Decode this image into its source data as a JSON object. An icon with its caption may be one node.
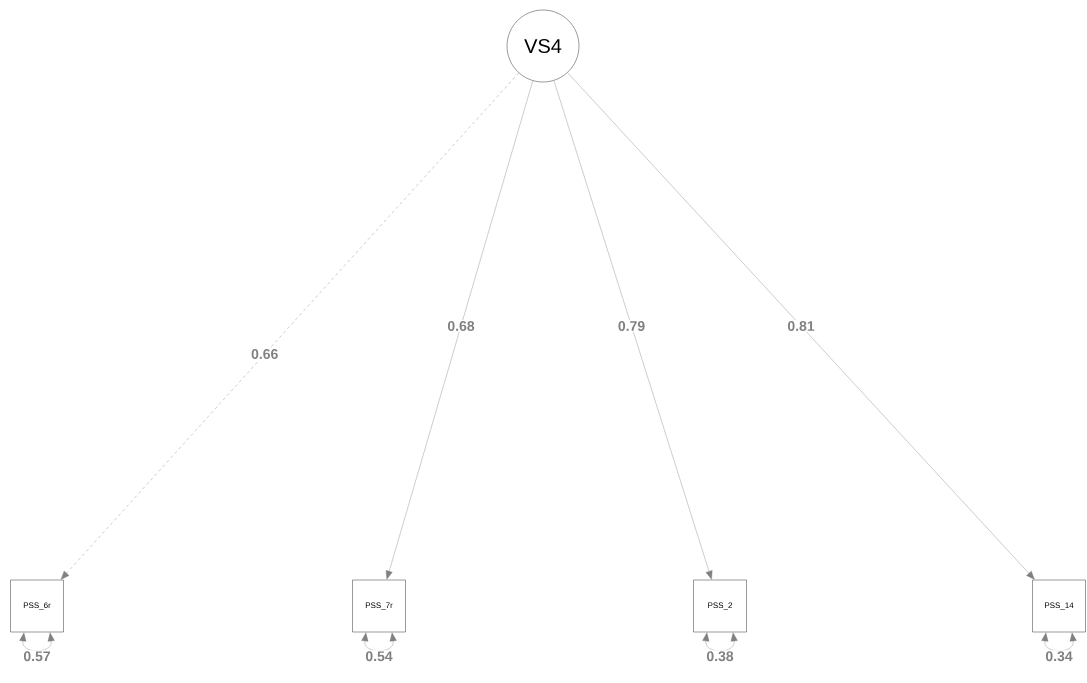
{
  "diagram": {
    "nodes": [
      {
        "text": [
          "VS4"
        ]
      },
      {
        "text": [
          "PSS_6r"
        ]
      },
      {
        "text": [
          "PSS_7r"
        ]
      },
      {
        "text": [
          "PSS_2"
        ]
      },
      {
        "text": [
          "PSS_14"
        ]
      }
    ],
    "edges": [
      {
        "from": 0,
        "to": 1,
        "arrow": "to",
        "label": "0.66",
        "style": "dashed"
      },
      {
        "from": 0,
        "to": 2,
        "arrow": "to",
        "label": "0.68"
      },
      {
        "from": 0,
        "to": 3,
        "arrow": "to",
        "label": "0.79"
      },
      {
        "from": 0,
        "to": 4,
        "arrow": "to",
        "label": "0.81"
      },
      {
        "from": 1,
        "to": 1,
        "arrow": "both",
        "label": "0.57"
      },
      {
        "from": 2,
        "to": 2,
        "arrow": "both",
        "label": "0.54"
      },
      {
        "from": 3,
        "to": 3,
        "arrow": "both",
        "label": "0.38"
      },
      {
        "from": 4,
        "to": 4,
        "arrow": "both",
        "label": "0.34"
      }
    ]
  }
}
